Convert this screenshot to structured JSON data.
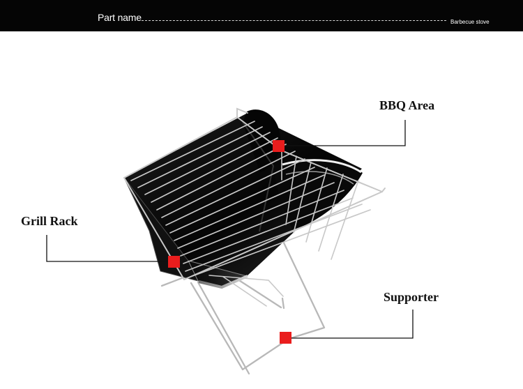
{
  "header": {
    "label": "Part name",
    "value": "Barbecue stove"
  },
  "callouts": {
    "bbq_area": "BBQ Area",
    "grill_rack": "Grill Rack",
    "supporter": "Supporter"
  },
  "colors": {
    "header_background": "#050505",
    "marker_red": "#ea1d1d",
    "steel": "#c9c9c9",
    "grill_black": "#111111"
  }
}
